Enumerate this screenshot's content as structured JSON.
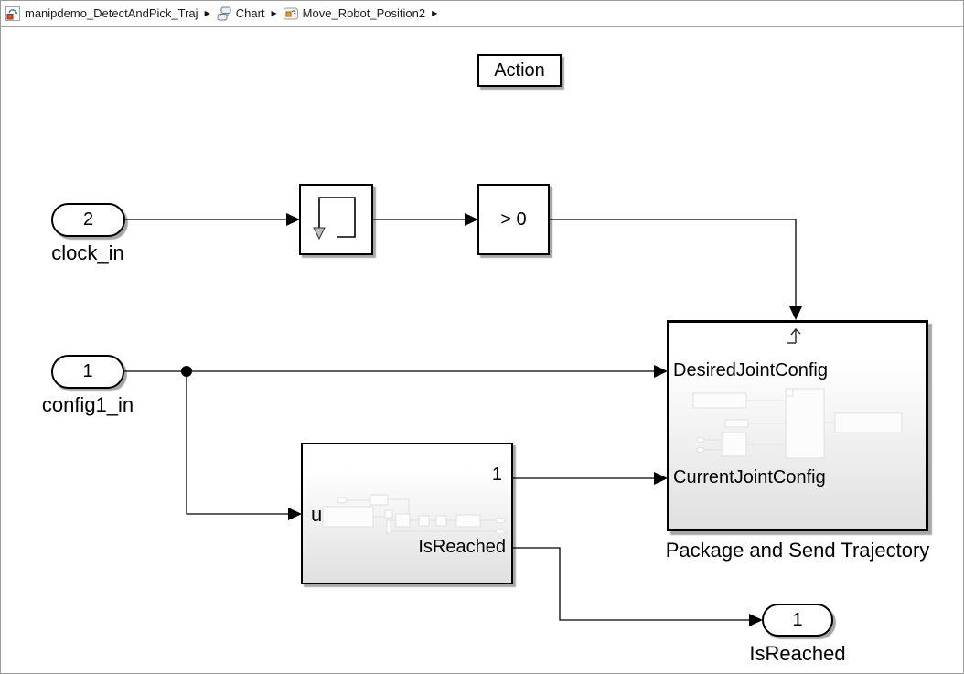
{
  "breadcrumb": {
    "items": [
      {
        "label": "manipdemo_DetectAndPick_Traj",
        "icon": "simulink-model-icon"
      },
      {
        "label": "Chart",
        "icon": "stateflow-chart-icon"
      },
      {
        "label": "Move_Robot_Position2",
        "icon": "subsystem-icon"
      }
    ]
  },
  "annotation": {
    "label": "Action"
  },
  "ports": {
    "clock_in": {
      "number": "2",
      "label": "clock_in"
    },
    "config1_in": {
      "number": "1",
      "label": "config1_in"
    },
    "is_reached": {
      "number": "1",
      "label": "IsReached"
    }
  },
  "blocks": {
    "detect": {
      "icon": "loop-down-arrow-icon"
    },
    "compare": {
      "label": "> 0"
    },
    "check_subsystem": {
      "input_label": "u",
      "output1_label": "1",
      "output2_label": "IsReached"
    },
    "package_subsystem": {
      "trigger_icon": "rising-edge-trigger-icon",
      "input1_label": "DesiredJointConfig",
      "input2_label": "CurrentJointConfig",
      "caption": "Package and Send Trajectory"
    }
  },
  "colors": {
    "wire": "#000000",
    "block_border": "#000000",
    "block_fill_top": "#ffffff",
    "block_fill_bottom": "#e0e0e0",
    "preview_stroke": "#e0e0e0",
    "breadcrumb_text": "#1b1b1b",
    "model_icon_orange": "#d9541e",
    "model_icon_blue": "#3a6ea5"
  }
}
